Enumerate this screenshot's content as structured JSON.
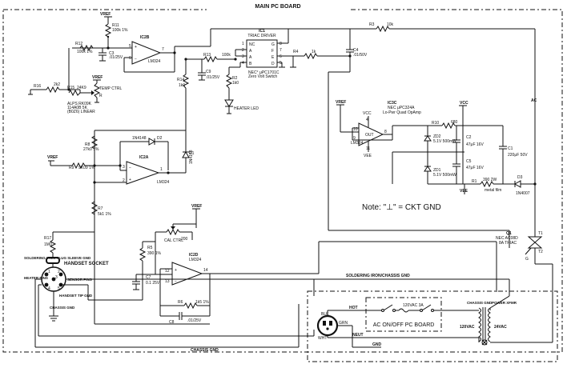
{
  "title": "MAIN PC BOARD",
  "note": "Note: \"⊥\" = CKT GND",
  "ac_board_label": "AC ON/OFF PC BOARD",
  "ic1": {
    "ref": "IC1",
    "name": "TRIAC DRIVER",
    "part1": "NEC° μPC1701C",
    "part2": "Zero Volt Switch",
    "pins_left": [
      "1",
      "2",
      "3",
      "4"
    ],
    "pins_left_names": [
      "NC",
      "A",
      "A",
      "B"
    ],
    "pins_right": [
      "8",
      "7",
      "6",
      "5"
    ],
    "pins_right_names": [
      "G",
      "F",
      "E",
      "D"
    ]
  },
  "ic2b": {
    "ref": "IC2B",
    "name": "LM324",
    "pins": [
      "5",
      "6",
      "7"
    ]
  },
  "ic2a": {
    "ref": "IC2A",
    "name": "LM324",
    "pins": [
      "3",
      "2",
      "1"
    ]
  },
  "ic2d": {
    "ref": "IC2D",
    "name": "LM324",
    "pins": [
      "12",
      "13",
      "14"
    ]
  },
  "ic3c": {
    "ref": "IC3C",
    "line1": "NEC μPC324A",
    "line2": "Lo-Pwr Quad OpAmp",
    "name": "LM324",
    "vcc": "VCC",
    "vee": "VEE",
    "pins": [
      "10",
      "9",
      "8",
      "4",
      "11"
    ],
    "out": "OUT"
  },
  "labels": {
    "vref": "VREF",
    "r11": "R11",
    "r11_val": "100k 1%",
    "r12": "R12",
    "r12_val": "100k 1%",
    "c3": "C3",
    "c3_val": ".01/25V",
    "r16": "R16",
    "r16_val": "2k2",
    "r15": "R15",
    "r15_val": "24K9",
    "temp_ctrl": "TEMP CTRL",
    "rt": "R",
    "alps": "ALPS RK09K",
    "alps2": "114A0B 5K",
    "alps3": "(B0Z6) LINEAR",
    "r13": "R13",
    "r13_val": "100k",
    "c9": "C9",
    "c9_val": ".01/25V",
    "r14": "R14",
    "r14_val": "1k0",
    "r2": "R2",
    "r2_val": "1k0",
    "heater_led": "HEATER LED",
    "r3": "R3",
    "r3_val": "10k",
    "r4": "R4",
    "r4_val": "1k",
    "c4": "C4",
    "c4_val": ".01/50V",
    "r8": "R8",
    "r8_val": "27k0 1%",
    "d2": "D2",
    "d2_val": "1N4148",
    "d1": "D1",
    "d1_val": "1N4148",
    "r9": "R9",
    "r9_val": "9K09 1%",
    "r7": "R7",
    "r7_val": "5k1 1%",
    "r17": "R17",
    "r17_val": "1M0",
    "cal_ctrl": "CAL CTRL",
    "r_cal": "200",
    "r5": "R5",
    "r5_val": "390 1%",
    "c7": "C7",
    "c7_val": "0.1 25V",
    "r6": "R6",
    "r6_val": "1k5 1%",
    "c8": "C8",
    "c8_val": ".01/25V",
    "vcc": "VCC",
    "r10": "R10",
    "r10_val": "680",
    "zd2": "ZD2",
    "zd2_val": "5.1V 500mW",
    "c2": "C2",
    "c2_val": "47μF 16V",
    "c5": "C5",
    "c5_val": "47μF 16V",
    "zd1": "ZD1",
    "zd1_val": "5.1V 500mW",
    "c1": "C1",
    "c1_val": "220μF 50V",
    "r1": "R1",
    "r1_val": "390 2W",
    "r1_val2": "metal film",
    "d3": "D3",
    "d3_val": "1N4007",
    "vee": "VEE",
    "ac": "AC",
    "q1": "Q1",
    "q1_val": "NEC AC08D",
    "q1_val2": "8A TRIAC",
    "t1": "T1",
    "t2": "T2",
    "g": "G",
    "soldering_plug": "SOLDERING IRON PLUG SLEEVE GND",
    "handset_socket": "HANDSET SOCKET",
    "heater_pins": "HEATER PINS",
    "sensor_pins": "SENSOR PINS",
    "handset_tip_gnd": "HANDSET TIP GND",
    "chassis_gnd": "CHASSIS GND",
    "soldering_chassis_gnd": "SOLDERING IRON/CHASSIS GND",
    "chassis_gnd_bottom": "CHASSIS GND",
    "gnd": "GND",
    "blk": "BLK",
    "wht": "WHT",
    "grn": "GRN",
    "hot": "HOT",
    "neut": "NEUT",
    "vac120_1": "120VAC 3A",
    "chassis_gnd_right": "CHASSIS GND",
    "power_xfmr": "POWER XFMR",
    "vac120_2": "120VAC",
    "vac24": "24VAC",
    "pin1": "1",
    "pin2": "2",
    "pin3": "3",
    "pin4": "4",
    "pin5": "5"
  }
}
